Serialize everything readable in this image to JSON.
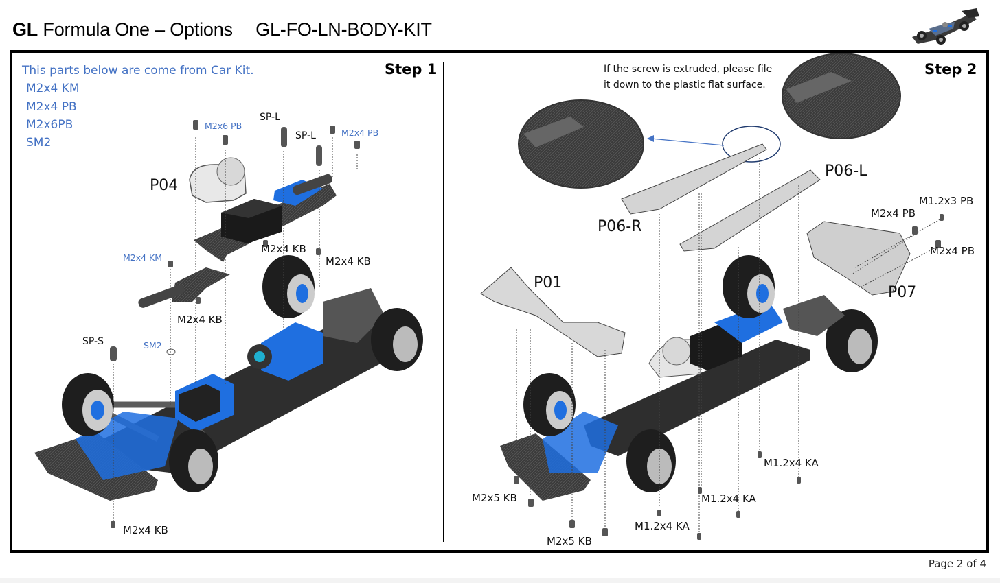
{
  "header": {
    "brand": "GL",
    "title": "Formula One – Options",
    "product_code": "GL-FO-LN-BODY-KIT"
  },
  "step1": {
    "label": "Step 1",
    "kit_note": "This parts below are come from Car Kit.",
    "kit_parts": [
      "M2x4 KM",
      "M2x4 PB",
      "M2x6PB",
      "SM2"
    ],
    "part_labels": {
      "p04": "P04",
      "m2x6pb": "M2x6 PB",
      "spl_1": "SP-L",
      "spl_2": "SP-L",
      "m2x4pb": "M2x4 PB",
      "m2x4kb_1": "M2x4 KB",
      "m2x4kb_2": "M2x4 KB",
      "m2x4km": "M2x4 KM",
      "m2x4kb_3": "M2x4 KB",
      "sps": "SP-S",
      "sm2": "SM2",
      "m2x4kb_4": "M2x4 KB"
    }
  },
  "step2": {
    "label": "Step 2",
    "note_line1": "If the screw is extruded, please file",
    "note_line2": "it down to the plastic flat surface.",
    "part_labels": {
      "p06r": "P06-R",
      "p06l": "P06-L",
      "p01": "P01",
      "p07": "P07",
      "m12x3pb": "M1.2x3 PB",
      "m2x4pb_1": "M2x4 PB",
      "m2x4pb_2": "M2x4 PB",
      "m12x4ka_1": "M1.2x4 KA",
      "m12x4ka_2": "M1.2x4 KA",
      "m12x4ka_3": "M1.2x4 KA",
      "m2x5kb_1": "M2x5 KB",
      "m2x5kb_2": "M2x5 KB"
    }
  },
  "footer": {
    "page": "Page 2 of 4"
  },
  "colors": {
    "accent_blue": "#4472c4",
    "part_blue": "#1f6fe0",
    "carbon": "#2d2d2d"
  }
}
